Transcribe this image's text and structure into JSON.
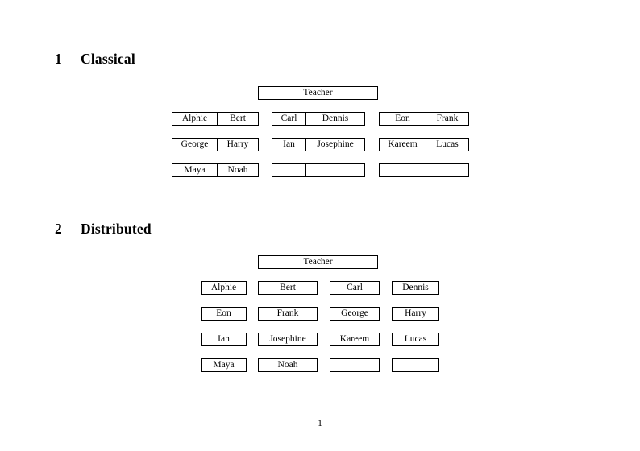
{
  "document": {
    "page_number": "1"
  },
  "sections": [
    {
      "number": "1",
      "title": "Classical",
      "root": {
        "label": "Teacher"
      },
      "groups": [
        {
          "id": "group-a",
          "rows": [
            {
              "left": "Alphie",
              "right": "Bert"
            },
            {
              "left": "George",
              "right": "Harry"
            },
            {
              "left": "Maya",
              "right": "Noah"
            }
          ]
        },
        {
          "id": "group-b",
          "rows": [
            {
              "left": "Carl",
              "right": "Dennis"
            },
            {
              "left": "Ian",
              "right": "Josephine"
            },
            {
              "left": "",
              "right": ""
            }
          ]
        },
        {
          "id": "group-c",
          "rows": [
            {
              "left": "Eon",
              "right": "Frank"
            },
            {
              "left": "Kareem",
              "right": "Lucas"
            },
            {
              "left": "",
              "right": ""
            }
          ]
        }
      ]
    },
    {
      "number": "2",
      "title": "Distributed",
      "root": {
        "label": "Teacher"
      },
      "rows": [
        [
          "Alphie",
          "Bert",
          "Carl",
          "Dennis"
        ],
        [
          "Eon",
          "Frank",
          "George",
          "Harry"
        ],
        [
          "Ian",
          "Josephine",
          "Kareem",
          "Lucas"
        ],
        [
          "Maya",
          "Noah",
          "",
          ""
        ]
      ]
    }
  ],
  "colors": {
    "page_background": "#ffffff",
    "text": "#000000",
    "border": "#000000"
  }
}
